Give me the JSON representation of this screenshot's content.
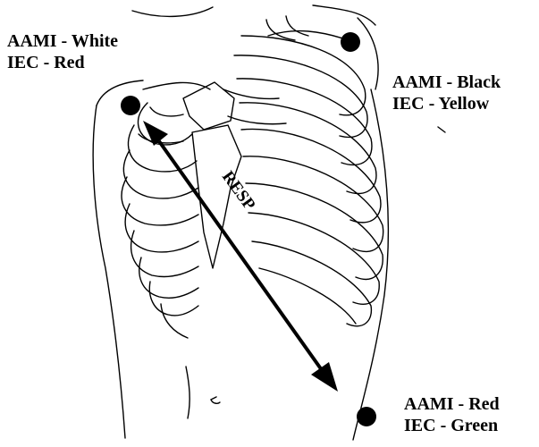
{
  "electrodes": {
    "right_arm": {
      "aami": "AAMI - White",
      "iec": "IEC - Red"
    },
    "left_arm": {
      "aami": "AAMI - Black",
      "iec": "IEC - Yellow"
    },
    "left_leg": {
      "aami": "AAMI - Red",
      "iec": "IEC - Green"
    }
  },
  "arrow_label": "RESP",
  "colors": {
    "ink": "#000000",
    "background": "#ffffff"
  }
}
